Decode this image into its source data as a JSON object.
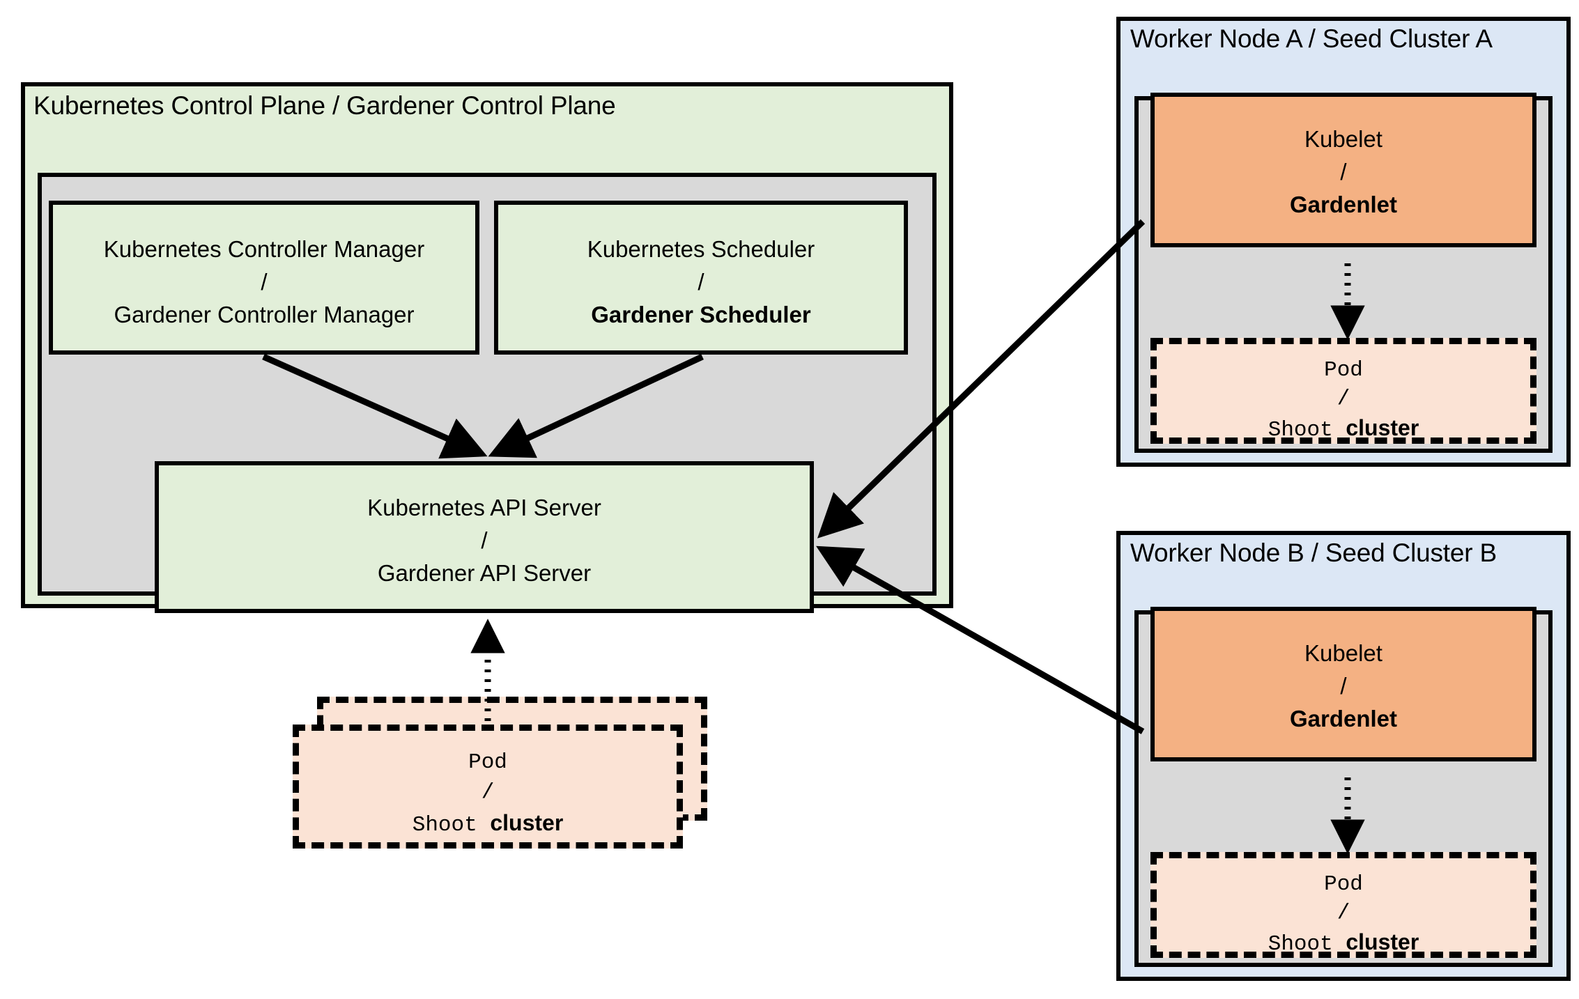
{
  "diagram": {
    "title": "Gardener architecture: Kubernetes Control Plane and Seed Clusters",
    "colors": {
      "green_fill": "#e2efd9",
      "gray_fill": "#d9d9d9",
      "blue_fill": "#dce7f5",
      "orange_fill": "#f4b183",
      "peach_fill": "#fbe3d5",
      "stroke": "#000000"
    }
  },
  "control_plane": {
    "header": "Kubernetes Control Plane / Gardener Control Plane",
    "controller_manager": {
      "line1": "Kubernetes Controller Manager",
      "separator": "/",
      "line2": "Gardener Controller Manager"
    },
    "scheduler": {
      "line1": "Kubernetes Scheduler",
      "separator": "/",
      "line2": "Gardener Scheduler"
    },
    "api_server": {
      "line1": "Kubernetes API Server",
      "separator": "/",
      "line2": "Gardener API Server"
    },
    "pod": {
      "line1": "Pod",
      "separator": "/",
      "line2_prefix": "Shoot",
      "line2_suffix": "cluster"
    }
  },
  "worker_nodes": [
    {
      "header": "Worker Node A / Seed Cluster A",
      "kubelet": {
        "line1": "Kubelet",
        "separator": "/",
        "line2": "Gardenlet"
      },
      "pod": {
        "line1": "Pod",
        "separator": "/",
        "line2_prefix": "Shoot",
        "line2_suffix": "cluster"
      }
    },
    {
      "header": "Worker Node B / Seed Cluster B",
      "kubelet": {
        "line1": "Kubelet",
        "separator": "/",
        "line2": "Gardenlet"
      },
      "pod": {
        "line1": "Pod",
        "separator": "/",
        "line2_prefix": "Shoot",
        "line2_suffix": "cluster"
      }
    }
  ],
  "connections": [
    {
      "name": "controller-manager-to-api-server",
      "style": "solid"
    },
    {
      "name": "scheduler-to-api-server",
      "style": "solid"
    },
    {
      "name": "control-plane-pod-to-api-server",
      "style": "dotted"
    },
    {
      "name": "gardenlet-a-to-api-server",
      "style": "solid"
    },
    {
      "name": "gardenlet-b-to-api-server",
      "style": "solid"
    },
    {
      "name": "gardenlet-a-to-pod-a",
      "style": "dotted"
    },
    {
      "name": "gardenlet-b-to-pod-b",
      "style": "dotted"
    }
  ]
}
